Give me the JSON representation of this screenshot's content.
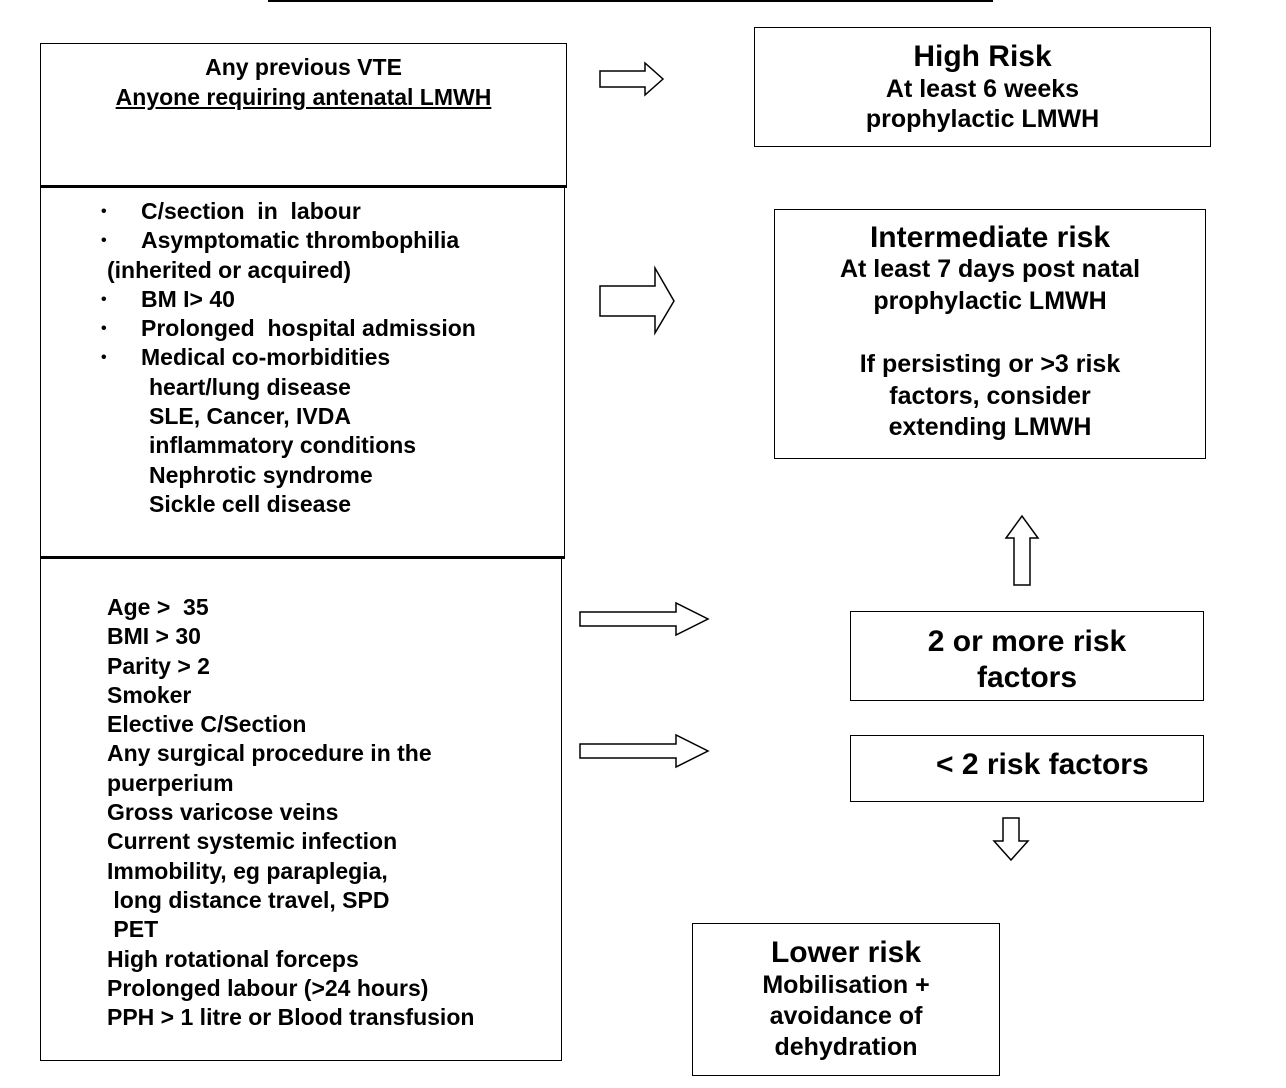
{
  "box_previous_vte": {
    "line1": "Any previous VTE",
    "line2": "Anyone requiring antenatal LMWH"
  },
  "high_risk": {
    "title": "High Risk",
    "line1": "At least 6 weeks",
    "line2": "prophylactic LMWH"
  },
  "intermediate_factors": {
    "items": [
      "C/section  in  labour",
      "Asymptomatic thrombophilia",
      "BM I> 40",
      "Prolonged  hospital admission",
      "Medical co-morbidities"
    ],
    "item2_cont": "(inherited or acquired)",
    "sub_items": [
      "heart/lung disease",
      "SLE, Cancer, IVDA",
      "inflammatory conditions",
      "Nephrotic syndrome",
      "Sickle cell disease"
    ]
  },
  "intermediate_risk": {
    "title": "Intermediate risk",
    "line1": "At least 7 days post natal",
    "line2": "prophylactic LMWH",
    "line3": "If persisting or >3 risk",
    "line4": "factors, consider",
    "line5": "extending LMWH"
  },
  "lower_factors": {
    "items": [
      "Age >  35",
      "BMI > 30",
      "Parity > 2",
      "Smoker",
      "Elective C/Section",
      "Any surgical procedure in the",
      "puerperium",
      "Gross varicose veins",
      "Current systemic infection",
      "Immobility, eg paraplegia,",
      " long distance travel, SPD",
      " PET",
      "High rotational forceps",
      "Prolonged labour (>24 hours)",
      "PPH > 1 litre or Blood transfusion"
    ]
  },
  "two_or_more": {
    "line1": "2 or more risk",
    "line2": "factors"
  },
  "less_than_two": {
    "label": "< 2 risk factors"
  },
  "lower_risk": {
    "title": "Lower risk",
    "line1": "Mobilisation +",
    "line2": "avoidance of",
    "line3": "dehydration"
  }
}
